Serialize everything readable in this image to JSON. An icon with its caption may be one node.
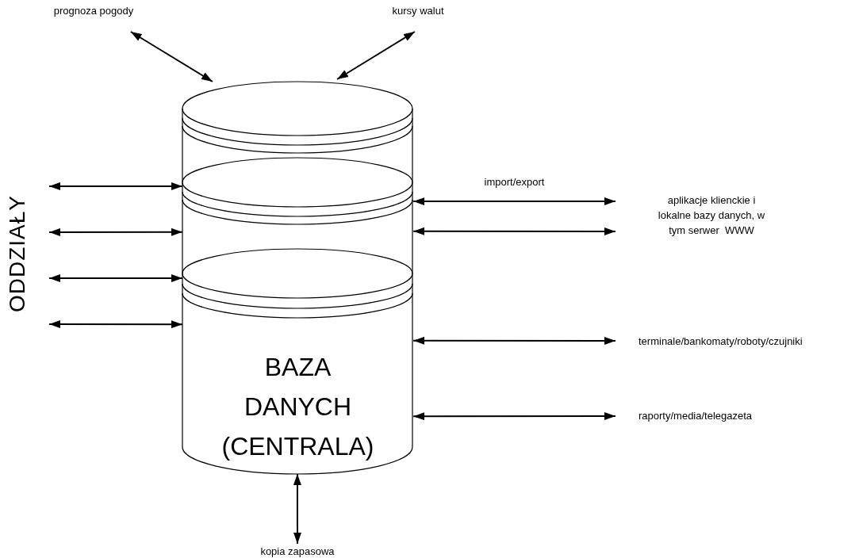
{
  "diagram": {
    "nodes": [
      {
        "text": [
          "BAZA DANYCH (CENTRALA)"
        ]
      },
      {
        "text": [
          "prognoza pogody"
        ]
      },
      {
        "text": [
          "kursy walut"
        ]
      },
      {
        "text": [
          "ODDZIAŁY"
        ]
      },
      {
        "text": [
          "aplikacje klienckie i lokalne bazy danych, w tym serwer  WWW"
        ]
      },
      {
        "text": [
          "terminale/bankomaty/roboty/czujniki"
        ]
      },
      {
        "text": [
          "raporty/media/telegazeta"
        ]
      },
      {
        "text": [
          "kopia zapasowa"
        ]
      }
    ],
    "edges": [
      {
        "from": 1,
        "to": 0,
        "arrow": "both"
      },
      {
        "from": 2,
        "to": 0,
        "arrow": "both"
      },
      {
        "from": 3,
        "to": 0,
        "arrow": "both"
      },
      {
        "from": 3,
        "to": 0,
        "arrow": "both"
      },
      {
        "from": 3,
        "to": 0,
        "arrow": "both"
      },
      {
        "from": 3,
        "to": 0,
        "arrow": "both"
      },
      {
        "from": 0,
        "to": 4,
        "arrow": "both",
        "label": "import/export"
      },
      {
        "from": 0,
        "to": 4,
        "arrow": "both"
      },
      {
        "from": 0,
        "to": 5,
        "arrow": "both"
      },
      {
        "from": 0,
        "to": 6,
        "arrow": "both"
      },
      {
        "from": 0,
        "to": 7,
        "arrow": "both"
      }
    ]
  }
}
